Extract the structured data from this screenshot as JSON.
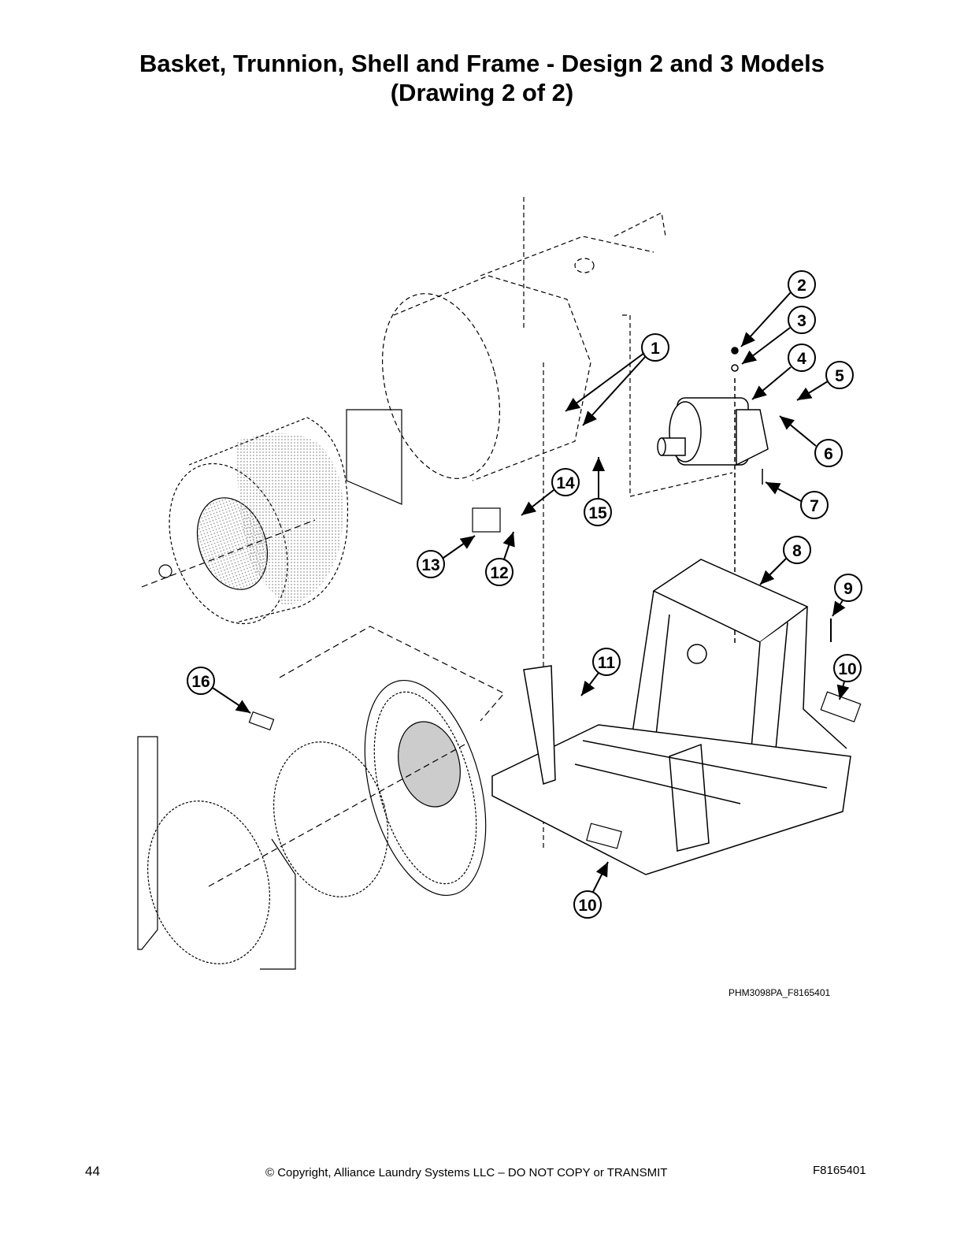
{
  "title": {
    "line1": "Basket, Trunnion, Shell and Frame - Design 2 and 3 Models",
    "line2": "(Drawing 2 of 2)"
  },
  "callouts": [
    {
      "number": "1",
      "name": "callout-1"
    },
    {
      "number": "2",
      "name": "callout-2"
    },
    {
      "number": "3",
      "name": "callout-3"
    },
    {
      "number": "4",
      "name": "callout-4"
    },
    {
      "number": "5",
      "name": "callout-5"
    },
    {
      "number": "6",
      "name": "callout-6"
    },
    {
      "number": "7",
      "name": "callout-7"
    },
    {
      "number": "8",
      "name": "callout-8"
    },
    {
      "number": "9",
      "name": "callout-9"
    },
    {
      "number": "10",
      "name": "callout-10-right"
    },
    {
      "number": "10",
      "name": "callout-10-bottom"
    },
    {
      "number": "11",
      "name": "callout-11"
    },
    {
      "number": "12",
      "name": "callout-12"
    },
    {
      "number": "13",
      "name": "callout-13"
    },
    {
      "number": "14",
      "name": "callout-14"
    },
    {
      "number": "15",
      "name": "callout-15"
    },
    {
      "number": "16",
      "name": "callout-16"
    }
  ],
  "drawing_id": "PHM3098PA_F8165401",
  "footer": {
    "page_number": "44",
    "copyright": "© Copyright, Alliance Laundry Systems LLC – DO NOT COPY or TRANSMIT",
    "document_number": "F8165401"
  }
}
